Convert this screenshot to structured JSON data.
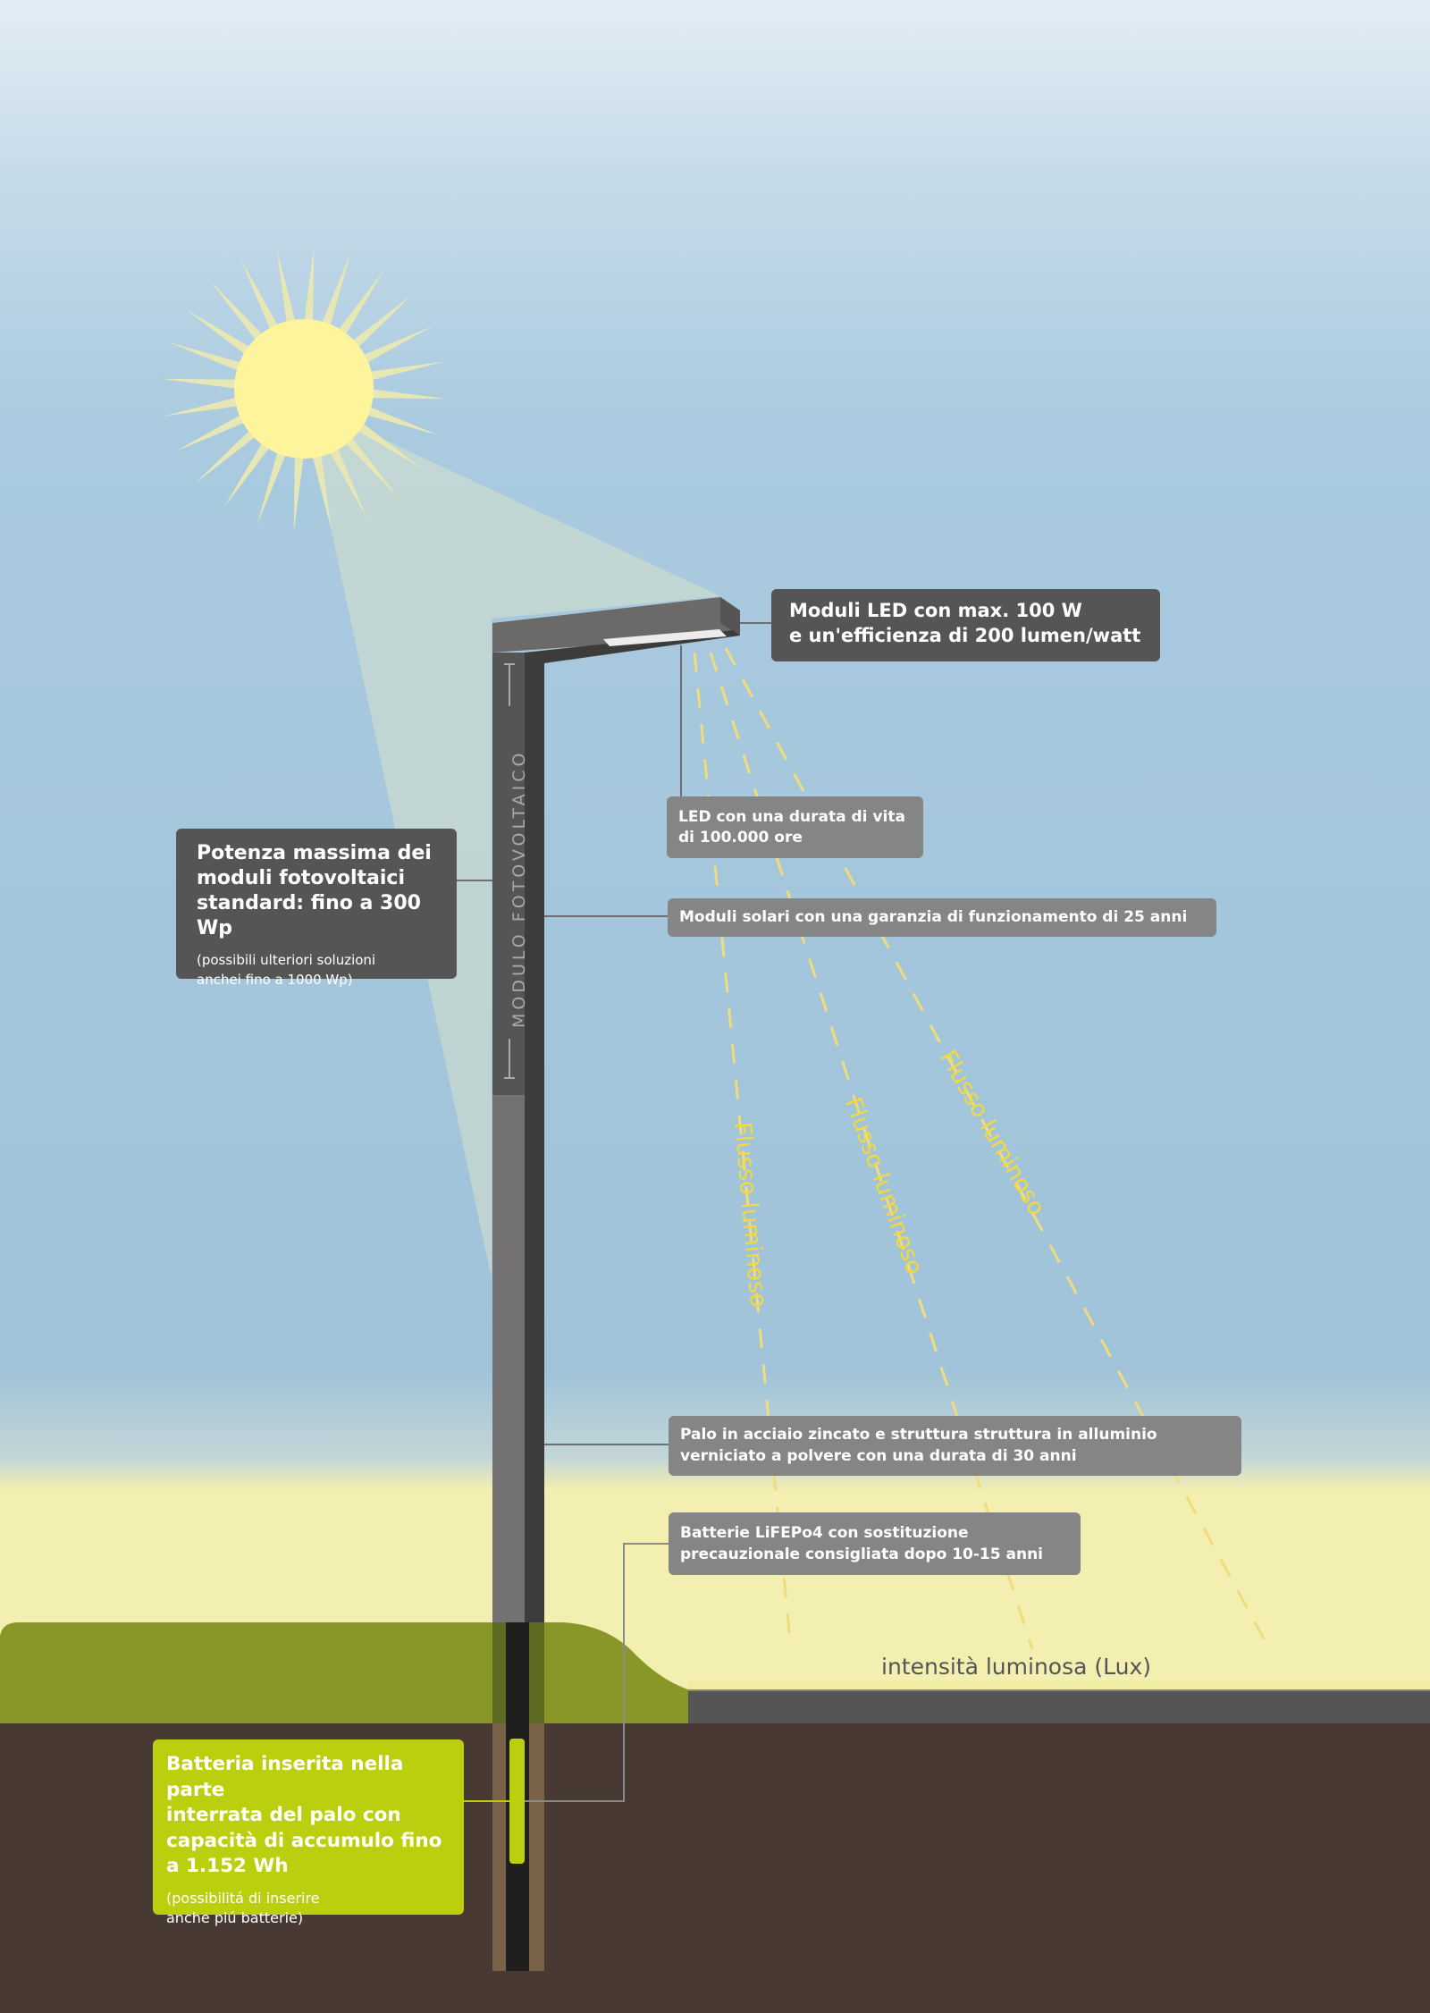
{
  "colors": {
    "sky_top": "#e3edf5",
    "sky_mid": "#b9d3e3",
    "sky_bottom": "#a0c3d9",
    "horizon_glow": "#f6f0a8",
    "sun_core": "#fdf49c",
    "sun_rays": "#e6e7b5",
    "grass": "#899628",
    "road": "#555555",
    "soil": "#483a32",
    "pole_light": "#737171",
    "pole_dark": "#3d3c3b",
    "pv_panel": "#555555",
    "led_strip": "#ececec",
    "light_ray": "#f0dc7c",
    "callout_dark": "#555555",
    "callout_grey": "#858585",
    "callout_green": "#bccf0e",
    "foundation_sleeve": "#7a6249",
    "pole_underground": "#1f1f1e"
  },
  "icons": {
    "sun": "sun-icon",
    "street_lamp": "street-lamp-icon",
    "battery": "battery-icon"
  },
  "pv_module_label": "MODULO FOTOVOLTAICO",
  "callouts": {
    "led_modules": {
      "main": "Moduli LED con max. 100 W\ne un'efficienza di 200 lumen/watt"
    },
    "pv_power": {
      "main": "Potenza massima dei\nmoduli fotovoltaici\nstandard: fino a 300 Wp",
      "note": "(possibili ulteriori soluzioni\nanchei fino a 1000 Wp)"
    },
    "led_life": {
      "main": "LED con una durata di vita\ndi 100.000 ore"
    },
    "solar_warranty": {
      "main": "Moduli solari con una garanzia di funzionamento di 25 anni"
    },
    "pole": {
      "main": "Palo in acciaio zincato e struttura struttura in alluminio\nverniciato a polvere con una durata di 30 anni"
    },
    "batteries": {
      "main": "Batterie LiFEPo4 con sostituzione\nprecauzionale consigliata dopo 10-15 anni"
    },
    "battery_inserted": {
      "main": "Batteria inserita nella parte\ninterrata del palo con\ncapacità di accumulo fino\na 1.152 Wh",
      "note": "(possibilitá di inserire\nanche piú batterie)"
    }
  },
  "light_flux_labels": [
    "Flusso luminoso",
    "Flusso luminoso",
    "Flusso luminoso"
  ],
  "ground_label": "intensità luminosa (Lux)"
}
